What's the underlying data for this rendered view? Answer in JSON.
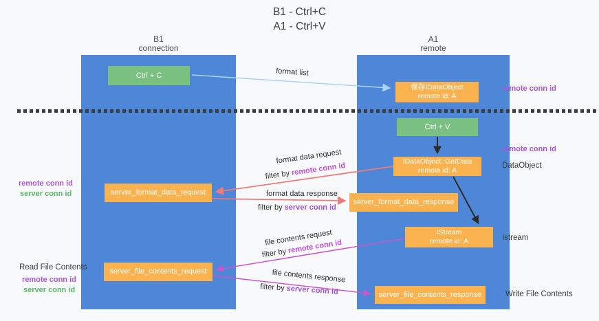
{
  "title": {
    "line1": "B1 - Ctrl+C",
    "line2": "A1 - Ctrl+V"
  },
  "lanes": {
    "left": {
      "name": "B1",
      "role": "connection"
    },
    "right": {
      "name": "A1",
      "role": "remote"
    }
  },
  "nodes": {
    "ctrl_c": {
      "label": "Ctrl + C"
    },
    "ctrl_v": {
      "label": "Ctrl + V"
    },
    "save_dataobject": {
      "line1": "保存IDataObject",
      "line2": "remote id: A"
    },
    "getdata": {
      "line1": "IDataObject::GetData",
      "line2": "remote id: A"
    },
    "istream": {
      "line1": "IStream",
      "line2": "remote id: A"
    },
    "format_request": {
      "label": "server_format_data_request"
    },
    "format_response": {
      "label": "server_format_data_response"
    },
    "file_request": {
      "label": "server_file_contents_request"
    },
    "file_response": {
      "label": "server_file_contents_response"
    }
  },
  "flows": {
    "format_list": {
      "label": "format list"
    },
    "format_data_request": {
      "label": "format data request",
      "filter_prefix": "filter by ",
      "filter_key": "remote conn id"
    },
    "format_data_response": {
      "label": "format data response",
      "filter_prefix": "filter by ",
      "filter_key": "server conn id"
    },
    "file_contents_request": {
      "label": "file contents request",
      "filter_prefix": "filter by ",
      "filter_key": "remote conn id"
    },
    "file_contents_response": {
      "label": "file contents response",
      "filter_prefix": "filter by ",
      "filter_key": "server conn id"
    }
  },
  "annotations": {
    "remote_conn_id_top_right": "remote conn id",
    "remote_conn_id_mid_right": "remote conn id",
    "dataobject": "DataObject",
    "istream": "Istream",
    "write_file_contents": "Write File Contents",
    "remote_conn_id_mid_left": "remote conn id",
    "server_conn_id_mid_left": "server conn id",
    "read_file_contents": "Read File Contents",
    "remote_conn_id_bottom_left": "remote conn id",
    "server_conn_id_bottom_left": "server conn id"
  },
  "colors": {
    "lane_blue": "#4e87d7",
    "node_green": "#7ac080",
    "node_orange": "#f9b24e",
    "remote_conn_purple": "#a957d1",
    "server_conn_green": "#57b964",
    "filter_remote_magenta": "#c24fd8",
    "filter_server_violet": "#a052d8",
    "arrow_light_blue": "#a9d5f5",
    "arrow_red": "#ee7b7b",
    "arrow_magenta": "#cc55cc",
    "arrow_black": "#2b2b2b"
  }
}
